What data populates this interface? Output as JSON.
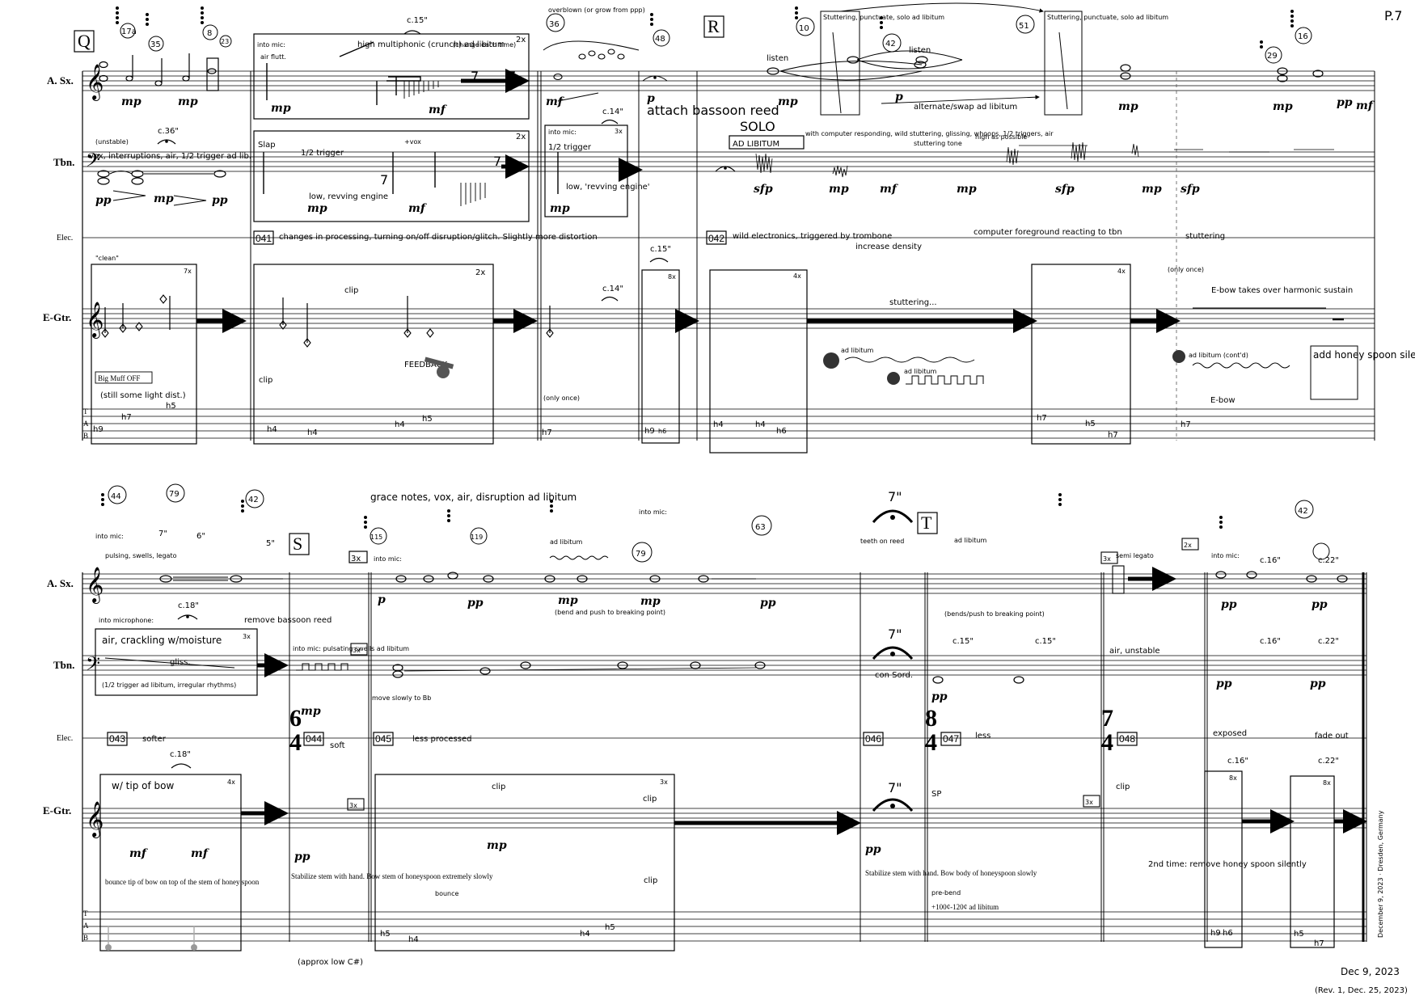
{
  "page": {
    "number": "P.7",
    "date": "Dec 9, 2023",
    "revision": "(Rev. 1, Dec. 25, 2023)",
    "signoff": "December 9, 2023 · Dresden, Germany"
  },
  "instruments": {
    "sax": "A. Sx.",
    "tbn": "Tbn.",
    "elec": "Elec.",
    "gtr": "E-Gtr.",
    "tab": [
      "T",
      "A",
      "B"
    ]
  },
  "rehearsal": {
    "q": "Q",
    "r": "R",
    "s": "S",
    "t": "T"
  },
  "cues": {
    "c041": "041",
    "c042": "042",
    "c043": "043",
    "c044": "044",
    "c045": "045",
    "c046": "046",
    "c047": "047",
    "c048": "048"
  },
  "time_sigs": {
    "ts64": [
      "6",
      "4"
    ],
    "ts84": [
      "8",
      "4"
    ],
    "ts74": [
      "7",
      "4"
    ]
  },
  "repeats": {
    "r2x": "2x",
    "r3x": "3x",
    "r4x": "4x",
    "r7x": "7x",
    "r8x": "8x"
  },
  "durations": {
    "c15": "c.15\"",
    "c36": "c.36\"",
    "c14": "c.14\"",
    "c18": "c.18\"",
    "c16": "c.16\"",
    "c22": "c.22\"",
    "s7": "7\"",
    "s6": "6\"",
    "s5": "5\""
  },
  "fingerings": [
    "17a",
    "35",
    "8",
    "23",
    "36",
    "48",
    "10",
    "42",
    "51",
    "29",
    "16",
    "44",
    "79",
    "115",
    "119",
    "63"
  ],
  "dynamics": {
    "mp": "mp",
    "pp": "pp",
    "p": "p",
    "mf": "mf",
    "spp": "sfp"
  },
  "text_sys1": {
    "into_mic": "into mic:",
    "air_flutt": "air flutt.",
    "high_multi": "high multiphonic (crunch) ad libitum",
    "change_each": "(change each time)",
    "unstable": "(unstable)",
    "vox_line": "vox, interruptions, air, 1/2 trigger ad lib.",
    "slap": "Slap",
    "half_trigger": "1/2 trigger",
    "low_engine": "low, revving engine",
    "vox": "+vox",
    "into_mic2": "into mic:",
    "low_engine2": "low, 'revving engine'",
    "attach": "attach bassoon reed",
    "solo": "SOLO",
    "ad_lib_box": "AD LIBITUM",
    "solo_desc": "with computer responding, wild stuttering, glissing, whoops, 1/2 triggers, air",
    "stuttering_tone": "stuttering tone",
    "high_possible": "high as possible",
    "e041": "changes in processing, turning on/off disruption/glitch. Slightly more distortion",
    "e042": "wild electronics, triggered by trombone",
    "increase_density": "increase density",
    "computer_fg": "computer foreground reacting to tbn",
    "stuttering_e": "stuttering",
    "clean": "\"clean\"",
    "big_muff": "Big Muff OFF",
    "light_dist": "(still some light dist.)",
    "clip": "clip",
    "feedback": "FEEDBACK",
    "only_once": "(only once)",
    "stuttering_g": "stuttering...",
    "ad_libitum": "ad libitum",
    "ad_libitum2": "ad libitum",
    "only_once2": "(only once)",
    "ebow_takes": "E-bow takes over harmonic sustain",
    "ad_lib_contd": "ad libitum (cont'd)",
    "add_honey": "add honey spoon silently",
    "ebow": "E-bow",
    "stuttering_box": "Stuttering, punctuate, solo ad libitum",
    "alternate": "alternate/swap ad libitum",
    "listen": "listen",
    "listen2": "listen",
    "overblown": "overblown (or grow from ppp)",
    "tab1": [
      "h9",
      "h7",
      "h5",
      "h4",
      "h4",
      "h5",
      "h7",
      "h9",
      "h6",
      "h4",
      "h4",
      "h6",
      "h7",
      "h5",
      "h7",
      "h4",
      "h7"
    ]
  },
  "text_sys2": {
    "grace": "grace notes, vox, air, disruption ad libitum",
    "into_mic": "into mic:",
    "pulsing": "pulsing, swells, legato",
    "into_mic2": "into mic:",
    "ad_lib": "ad libitum",
    "bend_push": "(bend and push to breaking point)",
    "teeth": "teeth on reed",
    "bends2": "(bends/push to breaking point)",
    "semi_legato": "semi legato",
    "into_mic3": "into mic:",
    "into_microphone": "into microphone:",
    "air_crackling": "air, crackling w/moisture",
    "gliss": "gliss.",
    "trigger_irreg": "(1/2 trigger ad libitum, irregular rhythms)",
    "remove_reed": "remove bassoon reed",
    "pulsating": "into mic: pulsating swells ad libitum",
    "move_slowly": "move slowly to Bb",
    "con_sord": "con Sord.",
    "air_unstable": "air, unstable",
    "softer": "softer",
    "soft": "soft",
    "less_processed": "less processed",
    "less": "less",
    "exposed": "exposed",
    "fade_out": "fade out",
    "tip_bow": "w/ tip of bow",
    "bounce": "bounce tip of bow on top of the stem of honey spoon",
    "stabilize": "Stabilize stem with hand. Bow stem of honeyspoon extremely slowly",
    "approx": "(approx low C#)",
    "bounce2": "bounce",
    "stabilize2": "Stabilize stem with hand. Bow body of honeyspoon slowly",
    "prebend": "pre-bend",
    "cents": "+100¢-120¢ ad libitum",
    "second_time": "2nd time: remove honey spoon silently",
    "sp": "SP",
    "tab2": [
      "h5",
      "h4",
      "h4",
      "h5",
      "h9",
      "h6",
      "h5",
      "h7"
    ]
  }
}
